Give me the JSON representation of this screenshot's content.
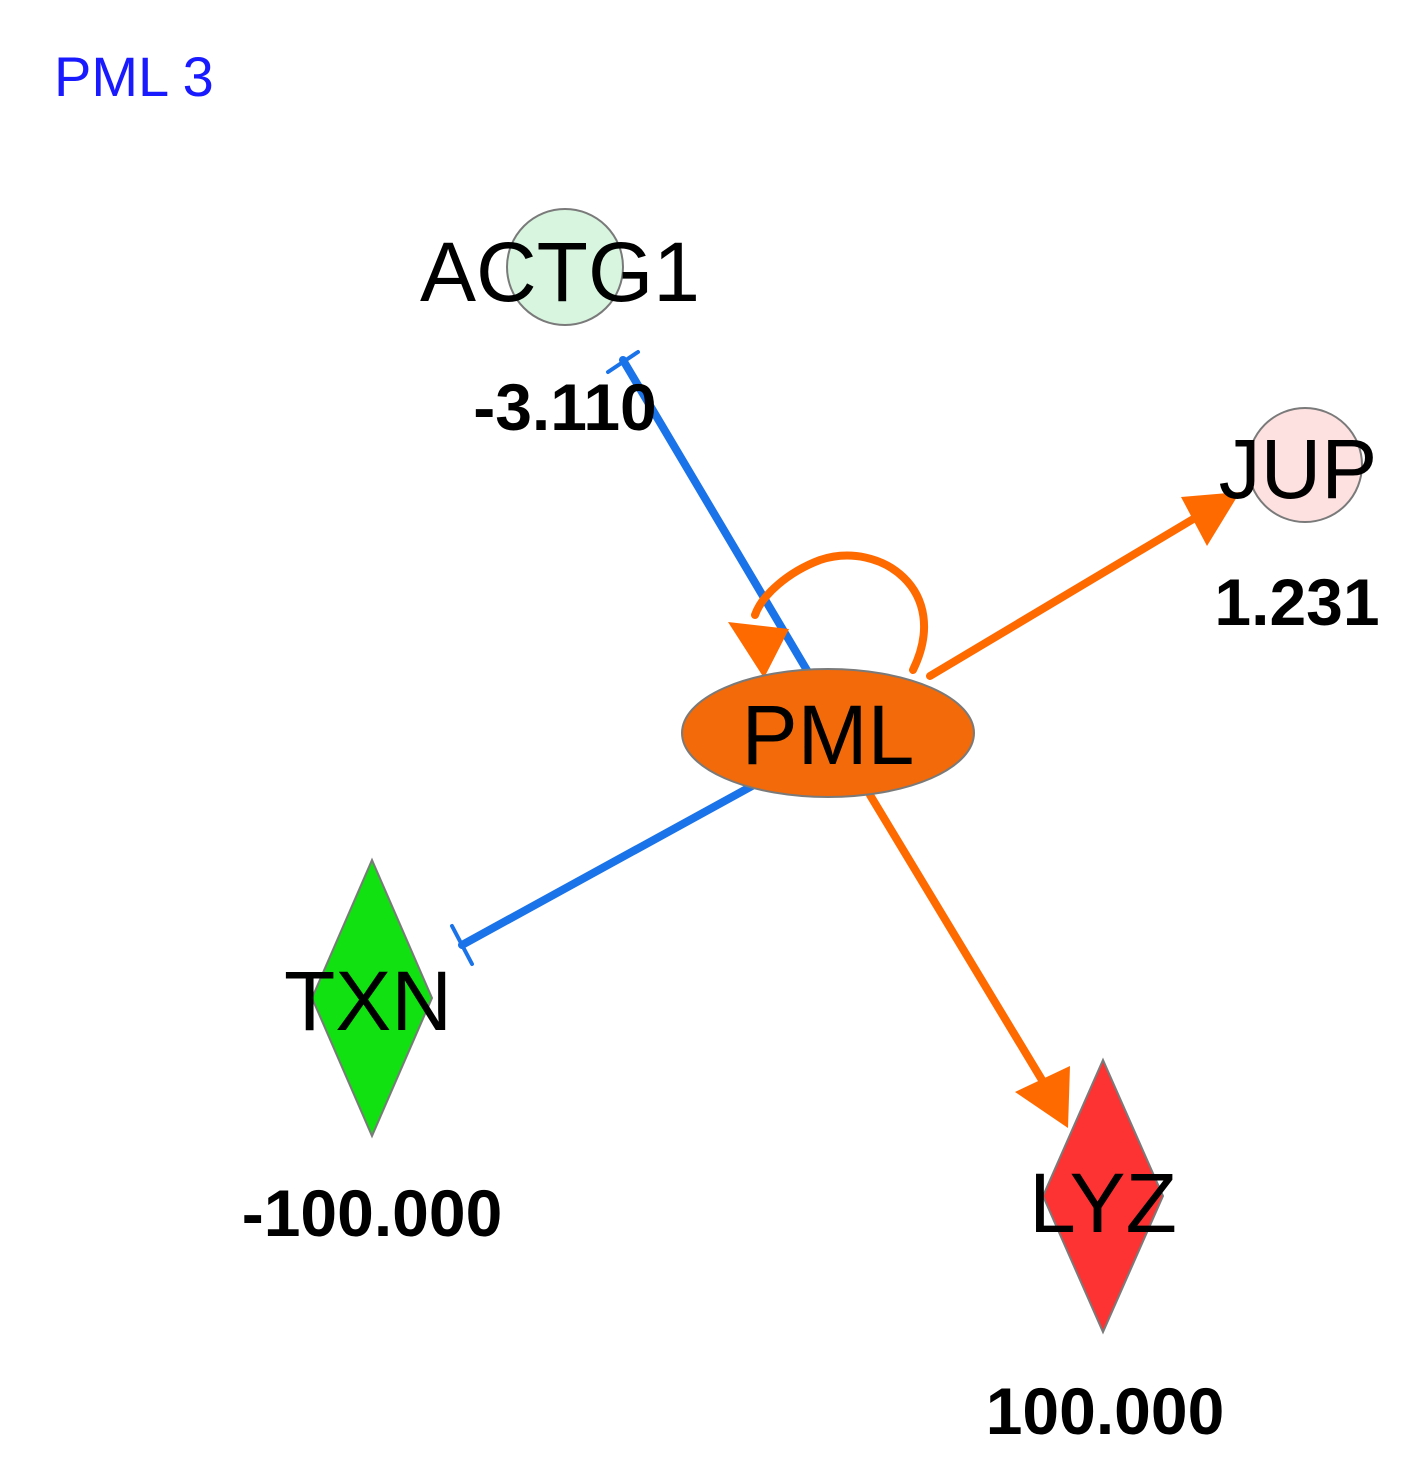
{
  "title": "PML 3",
  "colors": {
    "title": "#1a1aff",
    "activation_edge": "#ff6a00",
    "inhibition_edge": "#1a73e8"
  },
  "nodes": [
    {
      "id": "actg1",
      "label": "ACTG1",
      "value": "-3.110",
      "shape": "circle",
      "color": "#d8f5e0"
    },
    {
      "id": "jup",
      "label": "JUP",
      "value": "1.231",
      "shape": "circle",
      "color": "#fde0e0"
    },
    {
      "id": "pml",
      "label": "PML",
      "value": "",
      "shape": "ellipse",
      "color": "#f26a0a"
    },
    {
      "id": "txn",
      "label": "TXN",
      "value": "-100.000",
      "shape": "diamond",
      "color": "#11e011"
    },
    {
      "id": "lyz",
      "label": "LYZ",
      "value": "100.000",
      "shape": "diamond",
      "color": "#fd3333"
    }
  ],
  "edges": [
    {
      "id": "pml-actg1",
      "from": "pml",
      "to": "actg1",
      "type": "inhibition"
    },
    {
      "id": "pml-jup",
      "from": "pml",
      "to": "jup",
      "type": "activation"
    },
    {
      "id": "pml-pml",
      "from": "pml",
      "to": "pml",
      "type": "activation"
    },
    {
      "id": "pml-txn",
      "from": "pml",
      "to": "txn",
      "type": "inhibition"
    },
    {
      "id": "pml-lyz",
      "from": "pml",
      "to": "lyz",
      "type": "activation"
    }
  ]
}
